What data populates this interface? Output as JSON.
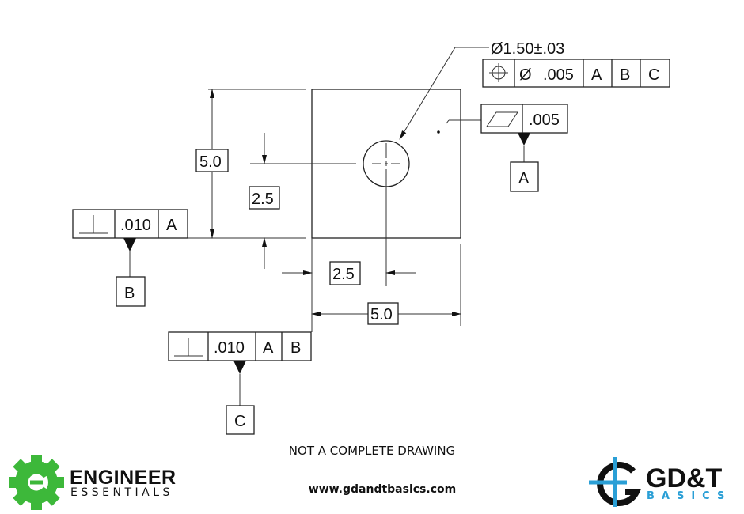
{
  "drawing": {
    "hole_callout": "Ø1.50±.03",
    "position_fcf": {
      "symbol": "position-icon",
      "diameter": "Ø",
      "tolerance": ".005",
      "datums": [
        "A",
        "B",
        "C"
      ]
    },
    "flatness_fcf": {
      "symbol": "flatness-icon",
      "tolerance": ".005",
      "datum_feature": "A"
    },
    "left_perp_fcf": {
      "symbol": "perpendicularity-icon",
      "tolerance": ".010",
      "datums": [
        "A"
      ],
      "datum_feature": "B"
    },
    "bottom_perp_fcf": {
      "symbol": "perpendicularity-icon",
      "tolerance": ".010",
      "datums": [
        "A",
        "B"
      ],
      "datum_feature": "C"
    },
    "dims": {
      "height": "5.0",
      "hole_y": "2.5",
      "hole_x": "2.5",
      "width": "5.0"
    }
  },
  "footer": {
    "note": "NOT A COMPLETE DRAWING",
    "url": "www.gdandtbasics.com",
    "logo_left": {
      "line1": "ENGINEER",
      "line2": "ESSENTIALS",
      "color": "#3db83a"
    },
    "logo_right": {
      "line1": "GD&T",
      "line2": "BASICS",
      "color": "#2a9fd6"
    }
  }
}
